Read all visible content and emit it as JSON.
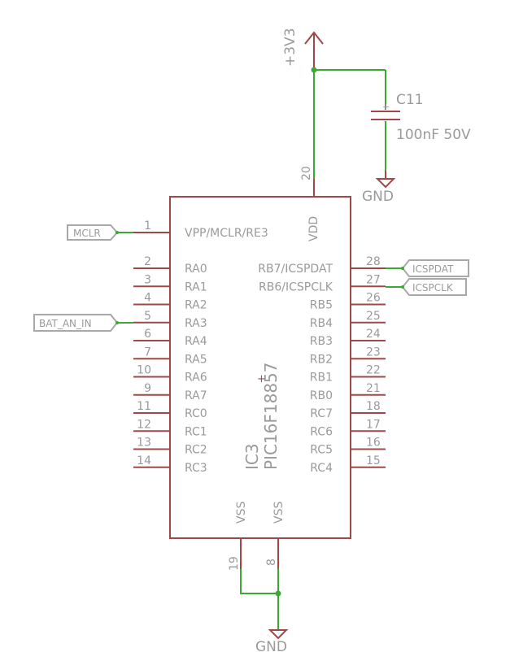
{
  "power": {
    "supply_label": "+3V3",
    "gnd_cap": "GND",
    "gnd_bottom": "GND"
  },
  "capacitor": {
    "name": "C11",
    "value": "100nF 50V"
  },
  "ic": {
    "ref": "IC3",
    "part": "PIC16F18857",
    "vdd": {
      "num": "20",
      "name": "VDD"
    },
    "vss_left": {
      "num": "19",
      "name": "VSS"
    },
    "vss_right": {
      "num": "8",
      "name": "VSS"
    },
    "left_pins": [
      {
        "num": "1",
        "name": "VPP/MCLR/RE3"
      },
      {
        "num": "2",
        "name": "RA0"
      },
      {
        "num": "3",
        "name": "RA1"
      },
      {
        "num": "4",
        "name": "RA2"
      },
      {
        "num": "5",
        "name": "RA3"
      },
      {
        "num": "6",
        "name": "RA4"
      },
      {
        "num": "7",
        "name": "RA5"
      },
      {
        "num": "10",
        "name": "RA6"
      },
      {
        "num": "9",
        "name": "RA7"
      },
      {
        "num": "11",
        "name": "RC0"
      },
      {
        "num": "12",
        "name": "RC1"
      },
      {
        "num": "13",
        "name": "RC2"
      },
      {
        "num": "14",
        "name": "RC3"
      }
    ],
    "right_pins": [
      {
        "num": "28",
        "name": "RB7/ICSPDAT"
      },
      {
        "num": "27",
        "name": "RB6/ICSPCLK"
      },
      {
        "num": "26",
        "name": "RB5"
      },
      {
        "num": "25",
        "name": "RB4"
      },
      {
        "num": "24",
        "name": "RB3"
      },
      {
        "num": "23",
        "name": "RB2"
      },
      {
        "num": "22",
        "name": "RB1"
      },
      {
        "num": "21",
        "name": "RB0"
      },
      {
        "num": "18",
        "name": "RC7"
      },
      {
        "num": "17",
        "name": "RC6"
      },
      {
        "num": "16",
        "name": "RC5"
      },
      {
        "num": "15",
        "name": "RC4"
      }
    ]
  },
  "net_labels": {
    "mclr": "MCLR",
    "bat_an_in": "BAT_AN_IN",
    "icspdat": "ICSPDAT",
    "icspclk": "ICSPCLK"
  },
  "colors": {
    "wire": "#3aaa35",
    "device": "#a04848",
    "text": "#9a9a9a"
  }
}
